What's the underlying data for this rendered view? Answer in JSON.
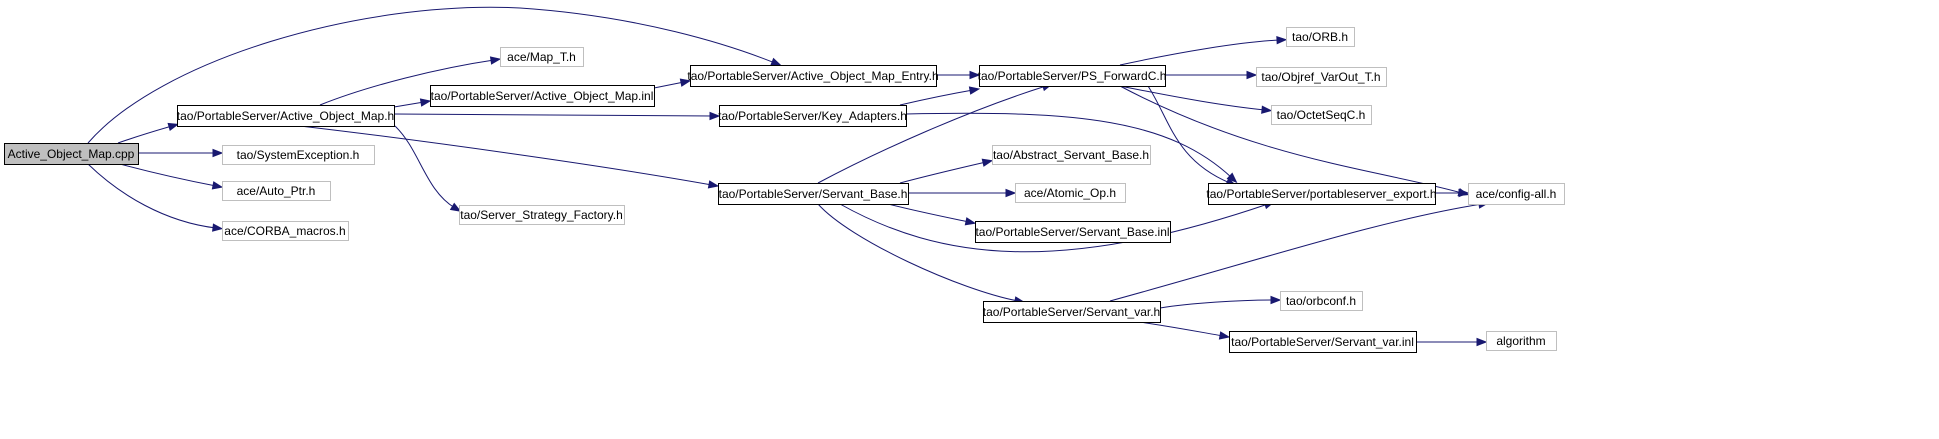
{
  "graph": {
    "colors": {
      "edge": "#191970",
      "root_fill": "#bfbfbf",
      "documented_border": "#000000",
      "undocumented_border": "#bfbfbf",
      "node_fill": "#ffffff",
      "text": "#000000"
    },
    "nodes": [
      {
        "id": "n0",
        "label": "Active_Object_Map.cpp",
        "style": "root"
      },
      {
        "id": "n1",
        "label": "tao/PortableServer/Active_Object_Map.h",
        "style": "documented"
      },
      {
        "id": "n2",
        "label": "tao/SystemException.h",
        "style": "external"
      },
      {
        "id": "n3",
        "label": "ace/Auto_Ptr.h",
        "style": "external"
      },
      {
        "id": "n4",
        "label": "ace/CORBA_macros.h",
        "style": "external"
      },
      {
        "id": "n5",
        "label": "ace/Map_T.h",
        "style": "external"
      },
      {
        "id": "n6",
        "label": "tao/PortableServer/Active_Object_Map.inl",
        "style": "documented"
      },
      {
        "id": "n7",
        "label": "tao/Server_Strategy_Factory.h",
        "style": "external"
      },
      {
        "id": "n8",
        "label": "tao/PortableServer/Active_Object_Map_Entry.h",
        "style": "documented"
      },
      {
        "id": "n9",
        "label": "tao/PortableServer/Key_Adapters.h",
        "style": "documented"
      },
      {
        "id": "n10",
        "label": "tao/PortableServer/Servant_Base.h",
        "style": "documented"
      },
      {
        "id": "n11",
        "label": "tao/PortableServer/PS_ForwardC.h",
        "style": "documented"
      },
      {
        "id": "n12",
        "label": "tao/Abstract_Servant_Base.h",
        "style": "external"
      },
      {
        "id": "n13",
        "label": "ace/Atomic_Op.h",
        "style": "external"
      },
      {
        "id": "n14",
        "label": "tao/PortableServer/Servant_Base.inl",
        "style": "documented"
      },
      {
        "id": "n15",
        "label": "tao/PortableServer/Servant_var.h",
        "style": "documented"
      },
      {
        "id": "n16",
        "label": "tao/ORB.h",
        "style": "external"
      },
      {
        "id": "n17",
        "label": "tao/Objref_VarOut_T.h",
        "style": "external"
      },
      {
        "id": "n18",
        "label": "tao/OctetSeqC.h",
        "style": "external"
      },
      {
        "id": "n19",
        "label": "tao/PortableServer/portableserver_export.h",
        "style": "documented"
      },
      {
        "id": "n20",
        "label": "tao/orbconf.h",
        "style": "external"
      },
      {
        "id": "n21",
        "label": "tao/PortableServer/Servant_var.inl",
        "style": "documented"
      },
      {
        "id": "n22",
        "label": "ace/config-all.h",
        "style": "external"
      },
      {
        "id": "n23",
        "label": "algorithm",
        "style": "external"
      }
    ],
    "edges": [
      {
        "from": "n0",
        "to": "n1"
      },
      {
        "from": "n0",
        "to": "n2"
      },
      {
        "from": "n0",
        "to": "n3"
      },
      {
        "from": "n0",
        "to": "n4"
      },
      {
        "from": "n0",
        "to": "n8"
      },
      {
        "from": "n1",
        "to": "n5"
      },
      {
        "from": "n1",
        "to": "n6"
      },
      {
        "from": "n1",
        "to": "n7"
      },
      {
        "from": "n1",
        "to": "n9"
      },
      {
        "from": "n1",
        "to": "n10"
      },
      {
        "from": "n6",
        "to": "n8"
      },
      {
        "from": "n8",
        "to": "n11"
      },
      {
        "from": "n9",
        "to": "n11"
      },
      {
        "from": "n9",
        "to": "n19"
      },
      {
        "from": "n10",
        "to": "n11"
      },
      {
        "from": "n10",
        "to": "n12"
      },
      {
        "from": "n10",
        "to": "n13"
      },
      {
        "from": "n10",
        "to": "n14"
      },
      {
        "from": "n10",
        "to": "n15"
      },
      {
        "from": "n10",
        "to": "n19"
      },
      {
        "from": "n11",
        "to": "n16"
      },
      {
        "from": "n11",
        "to": "n17"
      },
      {
        "from": "n11",
        "to": "n18"
      },
      {
        "from": "n11",
        "to": "n19"
      },
      {
        "from": "n11",
        "to": "n22"
      },
      {
        "from": "n15",
        "to": "n20"
      },
      {
        "from": "n15",
        "to": "n21"
      },
      {
        "from": "n15",
        "to": "n22"
      },
      {
        "from": "n19",
        "to": "n22"
      },
      {
        "from": "n21",
        "to": "n23"
      }
    ]
  }
}
